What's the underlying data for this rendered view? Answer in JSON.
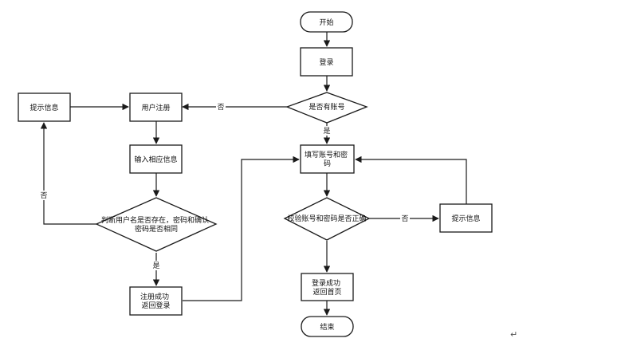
{
  "flowchart": {
    "nodes": {
      "start": "开始",
      "login": "登录",
      "has_account": "是否有账号",
      "register": "用户注册",
      "prompt_left": "提示信息",
      "input_info": "输入相应信息",
      "check_user": "判断用户名是否存在，密码和确认密码是否相同",
      "reg_success": "注册成功\n返回登录",
      "fill_account": "填写账号和密码",
      "verify": "校验账号和密码是否正确",
      "prompt_right": "提示信息",
      "login_success": "登录成功\n返回首页",
      "end": "结束"
    },
    "edge_labels": {
      "no_to_register": "否",
      "yes_to_fill": "是",
      "check_no": "否",
      "check_yes": "是",
      "verify_no": "否"
    }
  },
  "document": {
    "return_mark": "↵"
  }
}
